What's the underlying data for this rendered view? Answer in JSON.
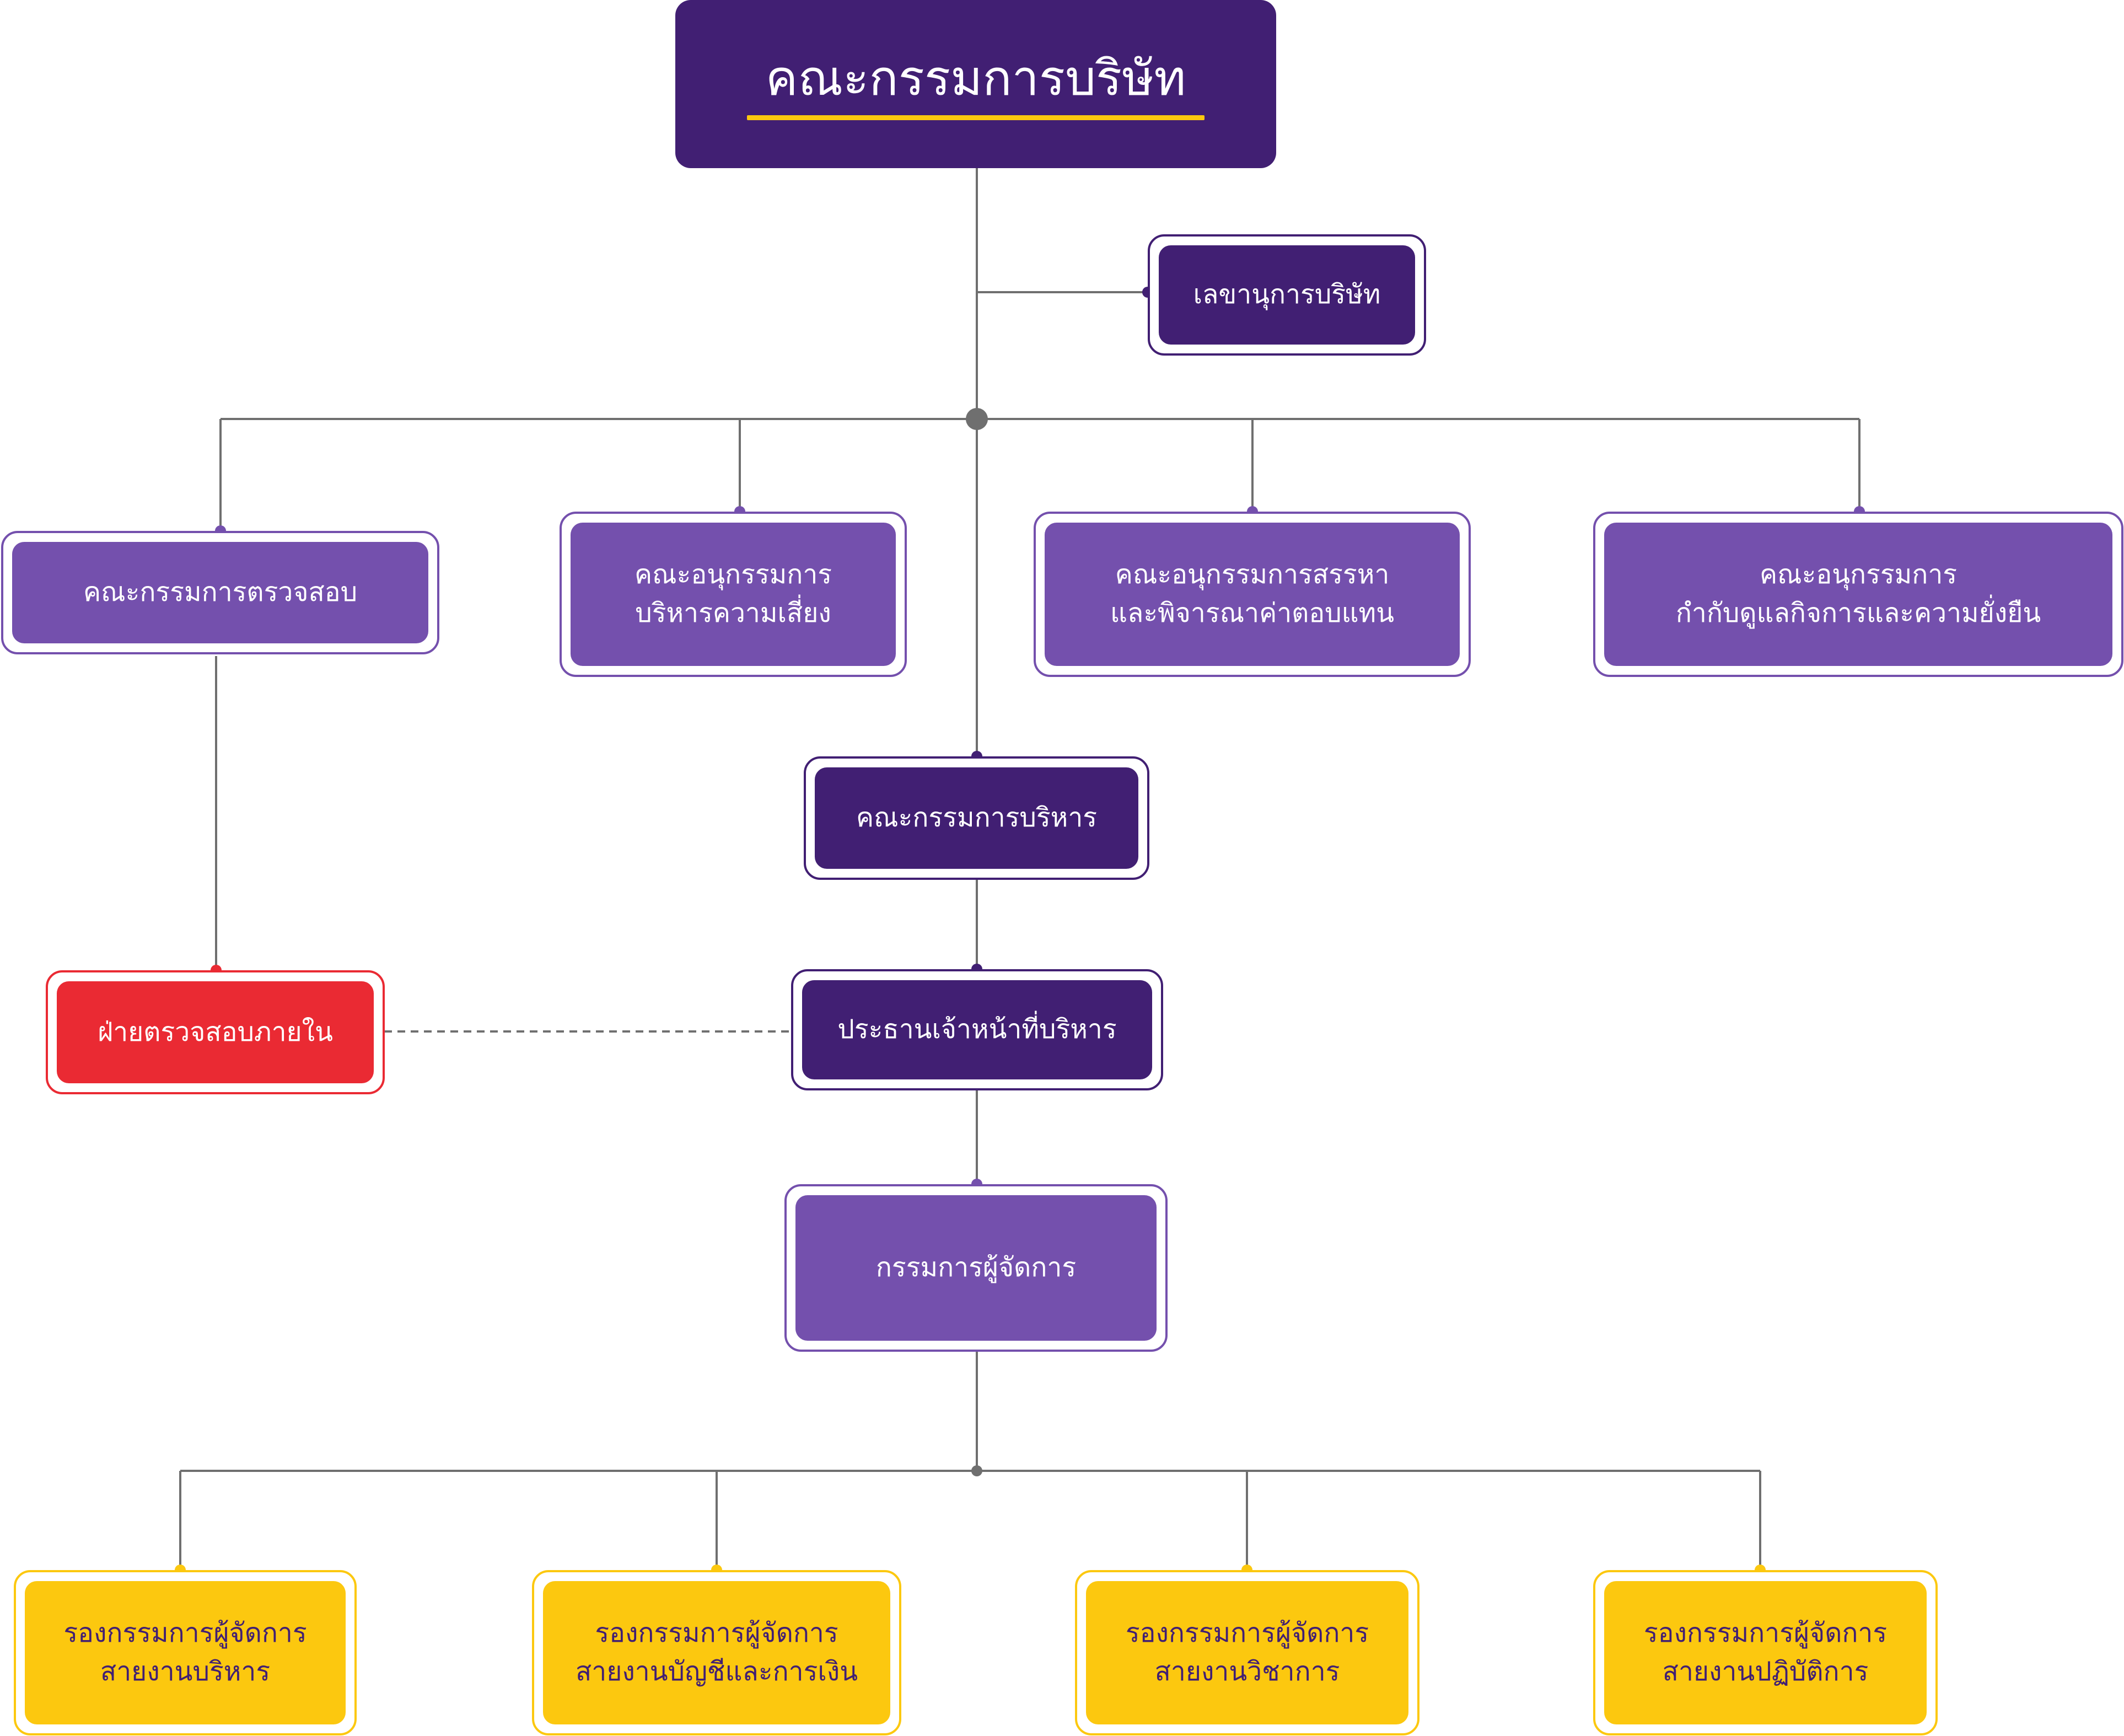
{
  "colors": {
    "dark_purple": "#411f73",
    "purple": "#7450ad",
    "red": "#ea2a33",
    "yellow": "#fcc80f",
    "connector": "#6f6f6f"
  },
  "board": {
    "title": "คณะกรรมการบริษัท"
  },
  "secretary": {
    "label": "เลขานุการบริษัท"
  },
  "committees": [
    {
      "lines": [
        "คณะกรรมการตรวจสอบ"
      ]
    },
    {
      "lines": [
        "คณะอนุกรรมการ",
        "บริหารความเสี่ยง"
      ]
    },
    {
      "lines": [
        "คณะอนุกรรมการสรรหา",
        "และพิจารณาค่าตอบแทน"
      ]
    },
    {
      "lines": [
        "คณะอนุกรรมการ",
        "กำกับดูแลกิจการและความยั่งยืน"
      ]
    }
  ],
  "executive_committee": {
    "label": "คณะกรรมการบริหาร"
  },
  "internal_audit": {
    "label": "ฝ่ายตรวจสอบภายใน"
  },
  "ceo": {
    "label": "ประธานเจ้าหน้าที่บริหาร"
  },
  "managing_director": {
    "label": "กรรมการผู้จัดการ"
  },
  "deputies": [
    {
      "lines": [
        "รองกรรมการผู้จัดการ",
        "สายงานบริหาร"
      ]
    },
    {
      "lines": [
        "รองกรรมการผู้จัดการ",
        "สายงานบัญชีและการเงิน"
      ]
    },
    {
      "lines": [
        "รองกรรมการผู้จัดการ",
        "สายงานวิชาการ"
      ]
    },
    {
      "lines": [
        "รองกรรมการผู้จัดการ",
        "สายงานปฏิบัติการ"
      ]
    }
  ]
}
